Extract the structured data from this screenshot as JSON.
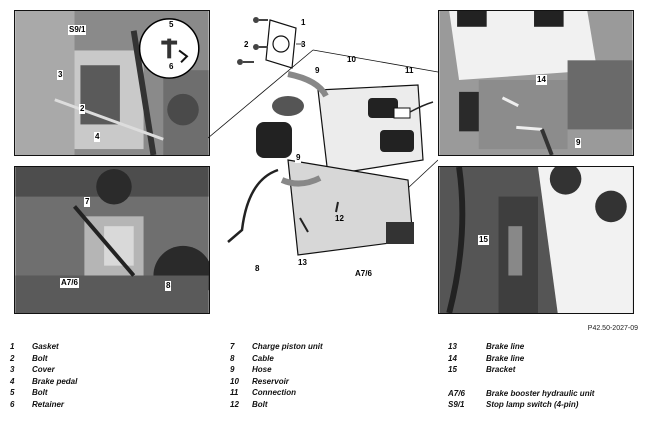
{
  "figure_code": "P42.50-2027-09",
  "callouts": {
    "tl": [
      "S9/1",
      "5",
      "6",
      "3",
      "2",
      "4"
    ],
    "center": [
      "1",
      "2",
      "3",
      "9",
      "10",
      "11",
      "9",
      "12",
      "13",
      "8",
      "A7/6"
    ],
    "tr": [
      "14",
      "9"
    ],
    "bl": [
      "7",
      "A7/6",
      "8"
    ],
    "br": [
      "15"
    ]
  },
  "legend_col1": [
    {
      "num": "1",
      "text": "Gasket"
    },
    {
      "num": "2",
      "text": "Bolt"
    },
    {
      "num": "3",
      "text": "Cover"
    },
    {
      "num": "4",
      "text": "Brake pedal"
    },
    {
      "num": "5",
      "text": "Bolt"
    },
    {
      "num": "6",
      "text": "Retainer"
    }
  ],
  "legend_col2": [
    {
      "num": "7",
      "text": "Charge piston unit"
    },
    {
      "num": "8",
      "text": "Cable"
    },
    {
      "num": "9",
      "text": "Hose"
    },
    {
      "num": "10",
      "text": "Reservoir"
    },
    {
      "num": "11",
      "text": "Connection"
    },
    {
      "num": "12",
      "text": "Bolt"
    }
  ],
  "legend_col3": [
    {
      "num": "13",
      "text": "Brake line"
    },
    {
      "num": "14",
      "text": "Brake line"
    },
    {
      "num": "15",
      "text": "Bracket"
    }
  ],
  "legend_col3b": [
    {
      "num": "A7/6",
      "text": "Brake booster hydraulic unit"
    },
    {
      "num": "S9/1",
      "text": "Stop lamp switch (4-pin)"
    }
  ]
}
